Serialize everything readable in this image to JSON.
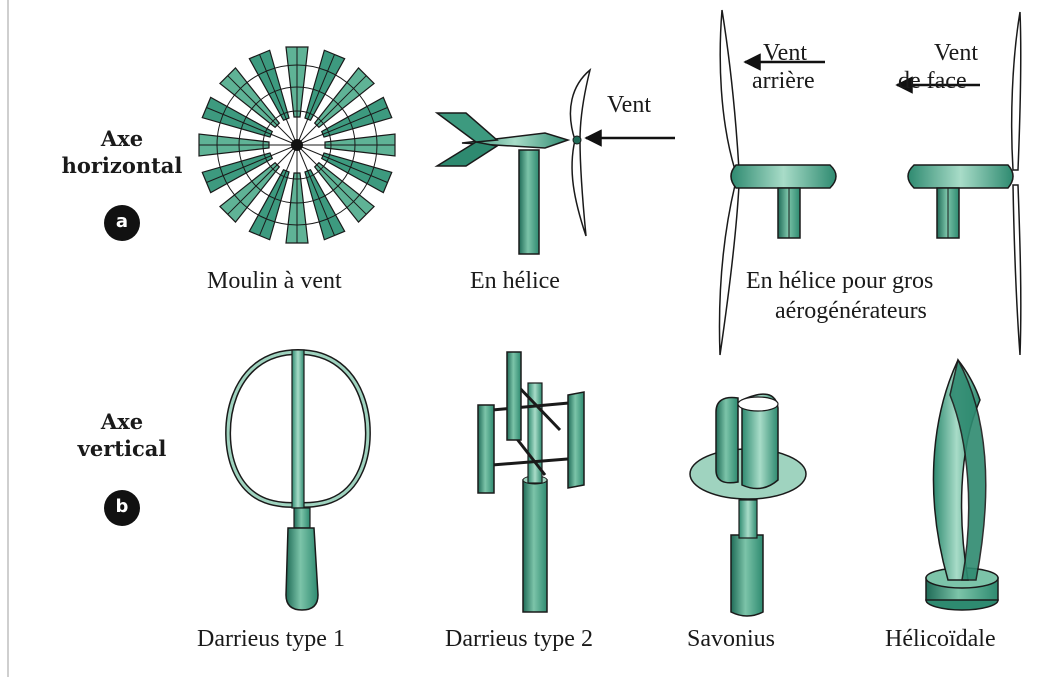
{
  "section_a": {
    "title_line1": "Axe",
    "title_line2": "horizontal",
    "badge": "a"
  },
  "section_b": {
    "title_line1": "Axe",
    "title_line2": "vertical",
    "badge": "b"
  },
  "labels": {
    "moulin": "Moulin à vent",
    "helice": "En hélice",
    "big_line1": "En hélice pour gros",
    "big_line2": "aérogénérateurs",
    "darrieus1": "Darrieus type 1",
    "darrieus2": "Darrieus type 2",
    "savonius": "Savonius",
    "helicoidale": "Hélicoïdale"
  },
  "wind": {
    "vent": "Vent",
    "back_line1": "Vent",
    "back_line2": "arrière",
    "front_line1": "Vent",
    "front_line2": "de face"
  },
  "colors": {
    "green": "#3d9a7f",
    "green_light": "#9fd3bf",
    "green_dark": "#1f6b57",
    "outline": "#1a1a1a"
  }
}
